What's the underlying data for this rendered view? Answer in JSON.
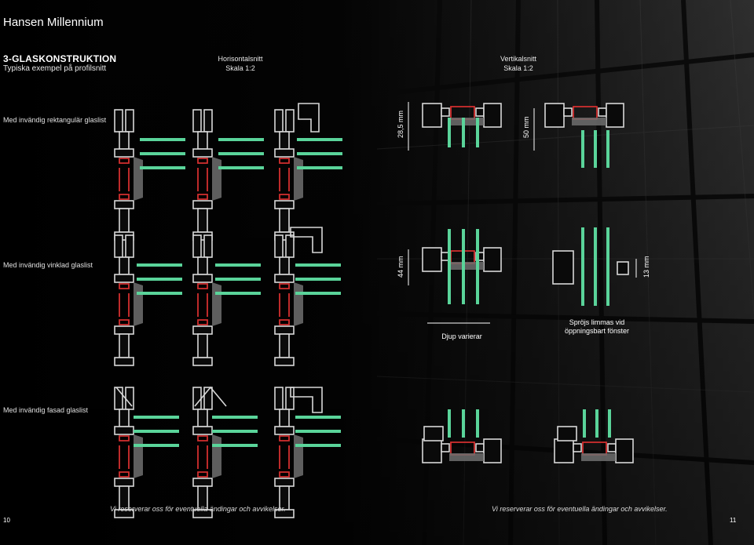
{
  "header": {
    "brand": "Hansen Millennium",
    "heading": "3-GLASKONSTRUKTION",
    "subheading": "Typiska exempel på profilsnitt"
  },
  "columns": {
    "horizontal": {
      "title": "Horisontalsnitt",
      "scale": "Skala 1:2"
    },
    "vertical": {
      "title": "Vertikalsnitt",
      "scale": "Skala 1:2"
    }
  },
  "rows": {
    "row1": "Med invändig rektangulär glaslist",
    "row2": "Med invändig vinklad glaslist",
    "row3": "Med invändig fasad glaslist"
  },
  "dimensions": {
    "d1": "28,5 mm",
    "d2": "50 mm",
    "d3": "44 mm",
    "d4": "13 mm"
  },
  "notes": {
    "depth": "Djup varierar",
    "sprojs_line1": "Spröjs limmas vid",
    "sprojs_line2": "öppningsbart fönster"
  },
  "footer": {
    "disclaimer_left": "Vi reserverar oss för eventuella ändingar och avvikelser.",
    "disclaimer_right": "Vi reserverar oss för eventuella ändingar och avvikelser.",
    "page_left": "10",
    "page_right": "11"
  },
  "colors": {
    "glass": "#5ad49a",
    "gasket": "#d32f2f",
    "profile": "#d8d8d8",
    "background": "#000000"
  }
}
